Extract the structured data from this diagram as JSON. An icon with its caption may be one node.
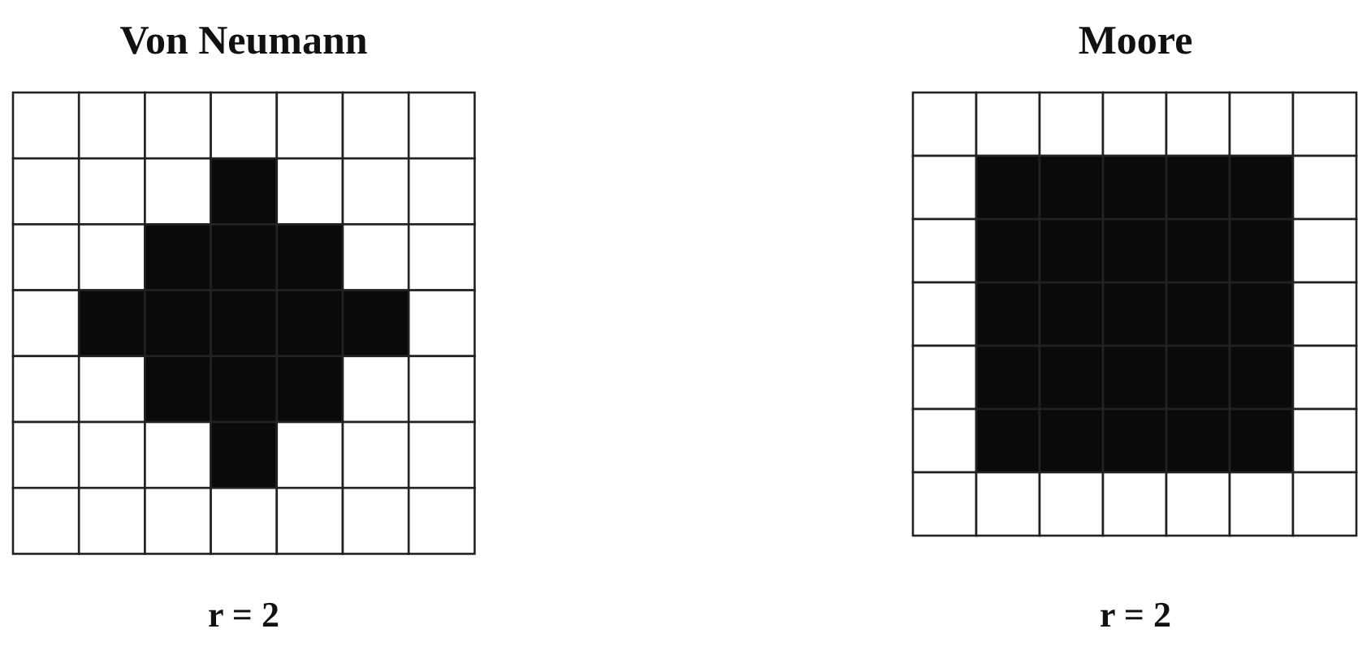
{
  "diagram": {
    "labels": [
      "Von Neumann",
      "Moore",
      "r = 2",
      "r = 2"
    ]
  }
}
